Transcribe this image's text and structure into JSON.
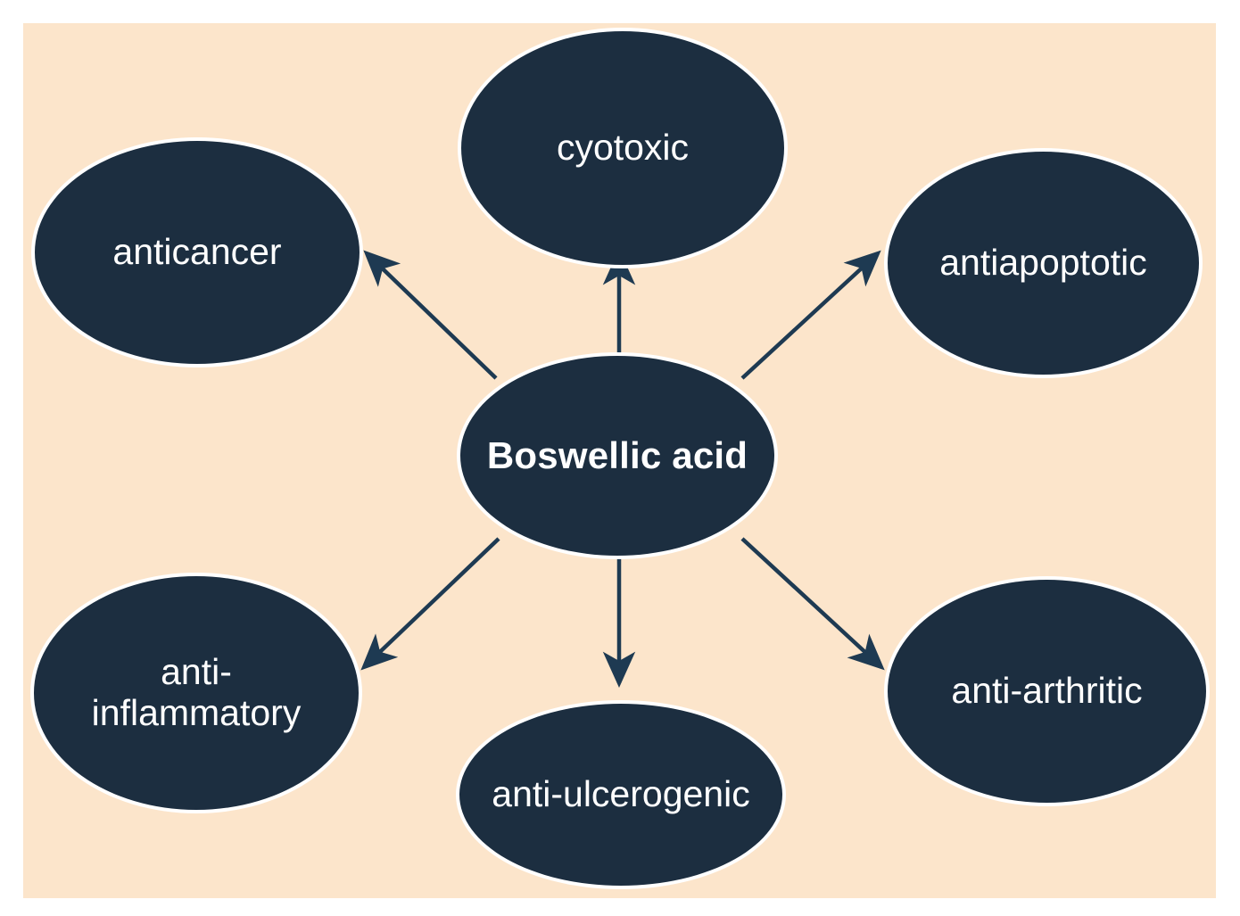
{
  "figure": {
    "type": "concept-map",
    "title": "Boswellic acid pharmacological activities",
    "orientation": "radial hub-and-spoke",
    "background_color": "#fce5cb",
    "page_color": "#ffffff",
    "node_fill_color": "#1c2e40",
    "node_border_color": "#ffffff",
    "node_text_color": "#ffffff",
    "connector_color": "#1e3a52"
  },
  "center_node": {
    "id": "boswellic-acid",
    "label": "Boswellic acid",
    "bold": true
  },
  "peripheral_nodes": [
    {
      "id": "anticancer",
      "label": "anticancer",
      "position": "top-left"
    },
    {
      "id": "cyotoxic",
      "label": "cyotoxic",
      "position": "top-center"
    },
    {
      "id": "antiapoptotic",
      "label": "antiapoptotic",
      "position": "top-right"
    },
    {
      "id": "anti-inflammatory",
      "label": "anti-\ninflammatory",
      "position": "bottom-left"
    },
    {
      "id": "anti-ulcerogenic",
      "label": "anti-ulcerogenic",
      "position": "bottom-center"
    },
    {
      "id": "anti-arthritic",
      "label": "anti-arthritic",
      "position": "bottom-right"
    }
  ],
  "connectors": [
    {
      "id": "edge-center-anticancer",
      "from": "boswellic-acid",
      "to": "anticancer",
      "arrow": "single-ended",
      "direction": "outward"
    },
    {
      "id": "edge-center-cyotoxic",
      "from": "boswellic-acid",
      "to": "cyotoxic",
      "arrow": "single-ended",
      "direction": "outward"
    },
    {
      "id": "edge-center-antiapoptotic",
      "from": "boswellic-acid",
      "to": "antiapoptotic",
      "arrow": "single-ended",
      "direction": "outward"
    },
    {
      "id": "edge-center-anti-inflammatory",
      "from": "boswellic-acid",
      "to": "anti-inflammatory",
      "arrow": "single-ended",
      "direction": "outward"
    },
    {
      "id": "edge-center-anti-ulcerogenic",
      "from": "boswellic-acid",
      "to": "anti-ulcerogenic",
      "arrow": "single-ended",
      "direction": "outward"
    },
    {
      "id": "edge-center-anti-arthritic",
      "from": "boswellic-acid",
      "to": "anti-arthritic",
      "arrow": "single-ended",
      "direction": "outward"
    }
  ]
}
